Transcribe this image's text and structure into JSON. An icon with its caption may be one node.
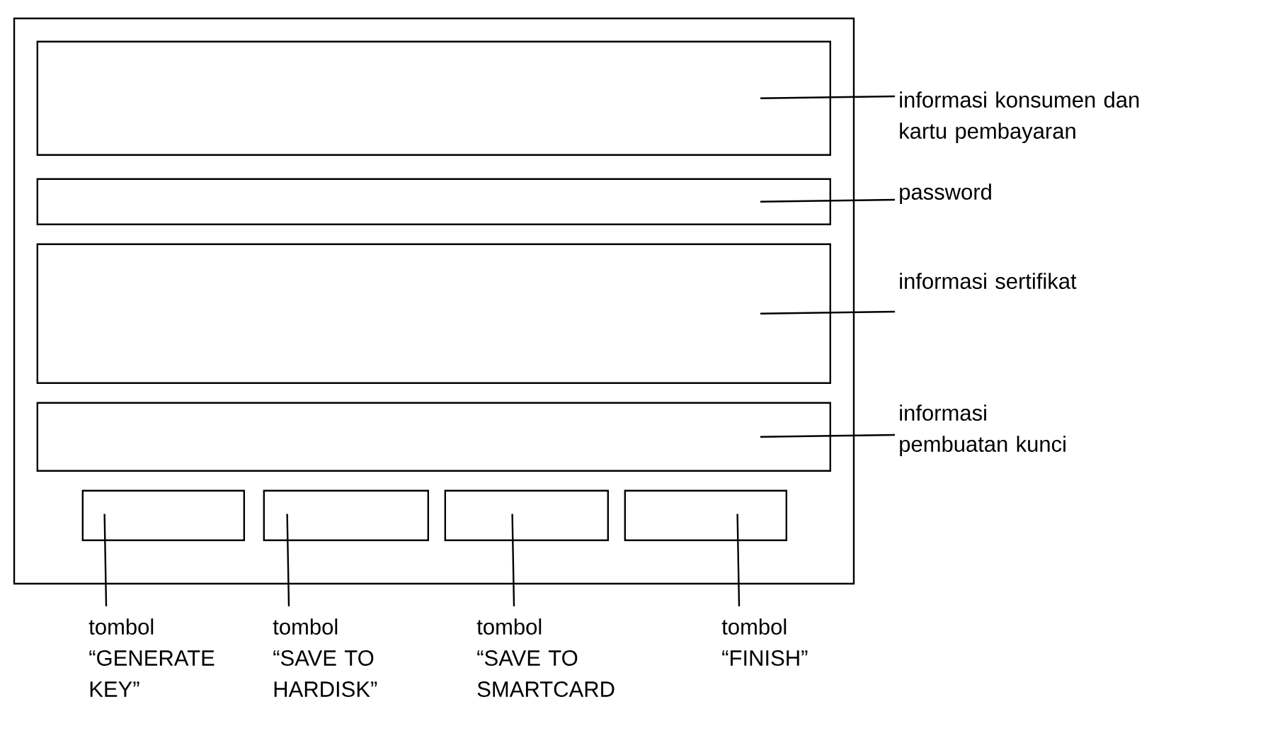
{
  "diagram": {
    "nodes": [
      {
        "text": [],
        "shape": "box"
      },
      {
        "text": [],
        "shape": "box",
        "in": 0
      },
      {
        "text": [],
        "shape": "box",
        "in": 0
      },
      {
        "text": [],
        "shape": "box",
        "in": 0
      },
      {
        "text": [],
        "shape": "box",
        "in": 0
      },
      {
        "text": [],
        "shape": "box",
        "in": 0
      },
      {
        "text": [],
        "shape": "box",
        "in": 0
      },
      {
        "text": [],
        "shape": "box",
        "in": 0
      },
      {
        "text": [],
        "shape": "box",
        "in": 0
      },
      {
        "text": [
          "informasi konsumen dan kartu pembayaran"
        ]
      },
      {
        "text": [
          "password"
        ]
      },
      {
        "text": [
          "informasi sertifikat"
        ]
      },
      {
        "text": [
          "informasi pembuatan kunci"
        ]
      },
      {
        "text": [
          "tombol “GENERATE KEY”"
        ]
      },
      {
        "text": [
          "tombol “SAVE TO HARDISK”"
        ]
      },
      {
        "text": [
          "tombol “SAVE TO SMARTCARD"
        ]
      },
      {
        "text": [
          "tombol “FINISH”"
        ]
      }
    ],
    "edges": [
      {
        "from": 9,
        "to": 1,
        "arrow": "none"
      },
      {
        "from": 10,
        "to": 2,
        "arrow": "none"
      },
      {
        "from": 11,
        "to": 3,
        "arrow": "none"
      },
      {
        "from": 12,
        "to": 4,
        "arrow": "none"
      },
      {
        "from": 13,
        "to": 5,
        "arrow": "none"
      },
      {
        "from": 14,
        "to": 6,
        "arrow": "none"
      },
      {
        "from": 15,
        "to": 7,
        "arrow": "none"
      },
      {
        "from": 16,
        "to": 8,
        "arrow": "none"
      }
    ]
  }
}
